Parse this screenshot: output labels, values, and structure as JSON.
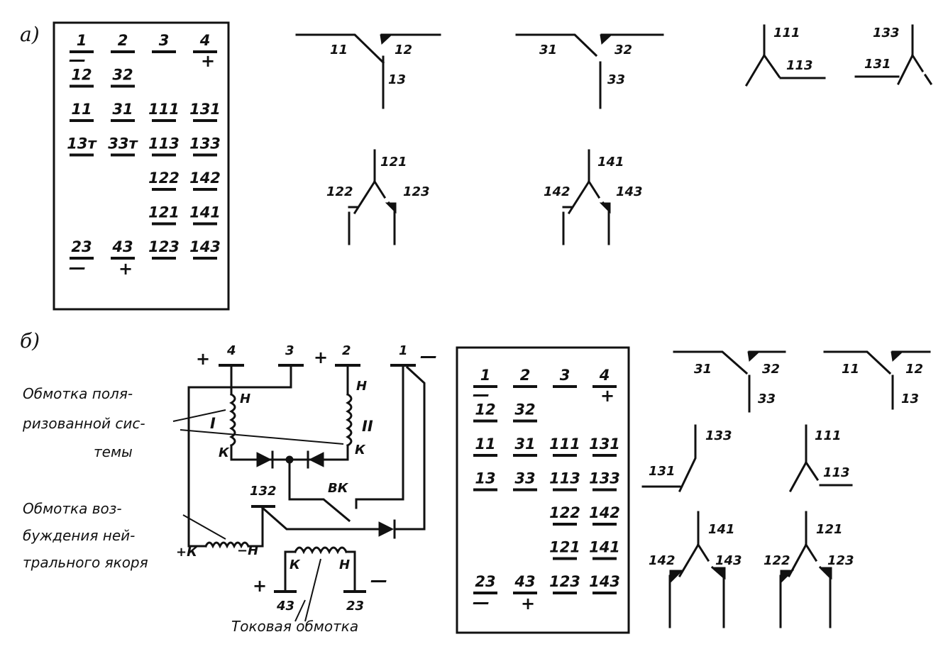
{
  "sections": {
    "a": "а)",
    "b": "б)"
  },
  "table_a": {
    "rows": [
      [
        "1",
        "2",
        "3",
        "4"
      ],
      [
        "12",
        "32",
        "",
        ""
      ],
      [
        "11",
        "31",
        "111",
        "131"
      ],
      [
        "13т",
        "33т",
        "113",
        "133"
      ],
      [
        "",
        "",
        "122",
        "142"
      ],
      [
        "",
        "",
        "121",
        "141"
      ],
      [
        "23",
        "43",
        "123",
        "143"
      ]
    ],
    "sign_minus": "—",
    "sign_plus": "+"
  },
  "table_b": {
    "rows": [
      [
        "1",
        "2",
        "3",
        "4"
      ],
      [
        "12",
        "32",
        "",
        ""
      ],
      [
        "11",
        "31",
        "111",
        "131"
      ],
      [
        "13",
        "33",
        "113",
        "133"
      ],
      [
        "",
        "",
        "122",
        "142"
      ],
      [
        "",
        "",
        "121",
        "141"
      ],
      [
        "23",
        "43",
        "123",
        "143"
      ]
    ],
    "sign_minus": "—",
    "sign_plus": "+"
  },
  "contacts_a": {
    "c1": {
      "common": "11",
      "nc": "12",
      "no": "13"
    },
    "c2": {
      "common": "31",
      "nc": "32",
      "no": "33"
    },
    "c3": {
      "a": "111",
      "b": "113"
    },
    "c4": {
      "a": "133",
      "b": "131"
    },
    "c5": {
      "top": "121",
      "left": "122",
      "right": "123"
    },
    "c6": {
      "top": "141",
      "left": "142",
      "right": "143"
    }
  },
  "contacts_b": {
    "c1": {
      "common": "31",
      "nc": "32",
      "no": "33"
    },
    "c2": {
      "common": "11",
      "nc": "12",
      "no": "13"
    },
    "c3": {
      "a": "133",
      "b": "131"
    },
    "c4": {
      "a": "111",
      "b": "113"
    },
    "c5": {
      "top": "141",
      "left": "142",
      "right": "143"
    },
    "c6": {
      "top": "121",
      "left": "122",
      "right": "123"
    }
  },
  "circuit": {
    "terminals": {
      "t4": "4",
      "t3": "3",
      "t2": "2",
      "t1": "1",
      "t132": "132",
      "t43": "43",
      "t23": "23"
    },
    "signs": {
      "plus": "+",
      "minus": "—"
    },
    "coil_I": "I",
    "coil_II": "II",
    "n": "Н",
    "k": "К",
    "vk": "ВК",
    "minus_n": "−Н",
    "plus_k": "+К",
    "labels": {
      "polarized_l1": "Обмотка поля-",
      "polarized_l2": "ризованной сис-",
      "polarized_l3": "темы",
      "excitation_l1": "Обмотка воз-",
      "excitation_l2": "буждения ней-",
      "excitation_l3": "трального якоря",
      "current": "Токовая обмотка"
    }
  }
}
